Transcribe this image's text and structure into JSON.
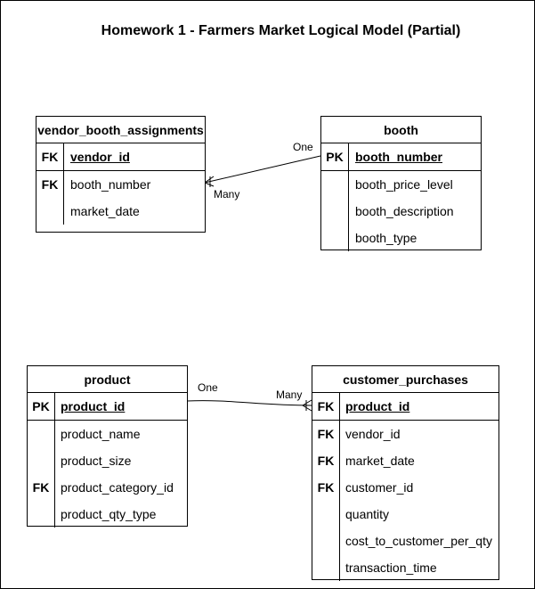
{
  "title": "Homework 1 - Farmers Market Logical Model (Partial)",
  "entities": {
    "vendor_booth_assignments": {
      "name": "vendor_booth_assignments",
      "rows": [
        {
          "key": "FK",
          "attr": "vendor_id",
          "pk": true
        },
        {
          "key": "FK",
          "attr": "booth_number",
          "pk": false
        },
        {
          "key": "",
          "attr": "market_date",
          "pk": false
        }
      ]
    },
    "booth": {
      "name": "booth",
      "rows": [
        {
          "key": "PK",
          "attr": "booth_number",
          "pk": true
        },
        {
          "key": "",
          "attr": "booth_price_level",
          "pk": false
        },
        {
          "key": "",
          "attr": "booth_description",
          "pk": false
        },
        {
          "key": "",
          "attr": "booth_type",
          "pk": false
        }
      ]
    },
    "product": {
      "name": "product",
      "rows": [
        {
          "key": "PK",
          "attr": "product_id",
          "pk": true
        },
        {
          "key": "",
          "attr": "product_name",
          "pk": false
        },
        {
          "key": "",
          "attr": "product_size",
          "pk": false
        },
        {
          "key": "FK",
          "attr": "product_category_id",
          "pk": false
        },
        {
          "key": "",
          "attr": "product_qty_type",
          "pk": false
        }
      ]
    },
    "customer_purchases": {
      "name": "customer_purchases",
      "rows": [
        {
          "key": "FK",
          "attr": "product_id",
          "pk": true
        },
        {
          "key": "FK",
          "attr": "vendor_id",
          "pk": false
        },
        {
          "key": "FK",
          "attr": "market_date",
          "pk": false
        },
        {
          "key": "FK",
          "attr": "customer_id",
          "pk": false
        },
        {
          "key": "",
          "attr": "quantity",
          "pk": false
        },
        {
          "key": "",
          "attr": "cost_to_customer_per_qty",
          "pk": false
        },
        {
          "key": "",
          "attr": "transaction_time",
          "pk": false
        }
      ]
    }
  },
  "relationships": [
    {
      "from": "booth",
      "to": "vendor_booth_assignments",
      "from_label": "One",
      "to_label": "Many"
    },
    {
      "from": "product",
      "to": "customer_purchases",
      "from_label": "One",
      "to_label": "Many"
    }
  ]
}
